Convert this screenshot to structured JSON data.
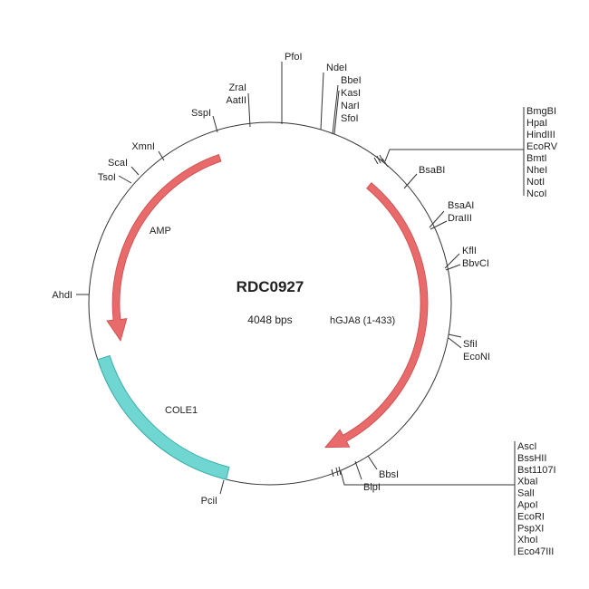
{
  "plasmid": {
    "name": "RDC0927",
    "size": "4048 bps"
  },
  "features": {
    "amp": "AMP",
    "hgja8": "hGJA8 (1-433)",
    "cole1": "COLE1"
  },
  "colors": {
    "arrow": "#e86a6a",
    "arrow_stroke": "#c94a4a",
    "ori": "#6fd6d2",
    "ori_stroke": "#3bb0ab"
  },
  "sites": {
    "pfoi": "PfoI",
    "ndei": "NdeI",
    "bbei_group": [
      "BbeI",
      "KasI",
      "NarI",
      "SfoI"
    ],
    "zrai_group": [
      "ZraI",
      "AatII"
    ],
    "sspi": "SspI",
    "xmni": "XmnI",
    "scai": "ScaI",
    "tsoi": "TsoI",
    "ahdi": "AhdI",
    "pcii": "PciI",
    "bsabi": "BsaBI",
    "bsaai_group": [
      "BsaAI",
      "DraIII"
    ],
    "kfli_group": [
      "KflI",
      "BbvCI"
    ],
    "sfii_group": [
      "SfiI",
      "EcoNI"
    ],
    "bbsi": "BbsI",
    "blpi": "BlpI",
    "mcs_top": [
      "BmgBI",
      "HpaI",
      "HindIII",
      "EcoRV",
      "BmtI",
      "NheI",
      "NotI",
      "NcoI"
    ],
    "mcs_bottom": [
      "AscI",
      "BssHII",
      "Bst1107I",
      "XbaI",
      "SalI",
      "ApoI",
      "EcoRI",
      "PspXI",
      "XhoI",
      "Eco47III"
    ]
  }
}
